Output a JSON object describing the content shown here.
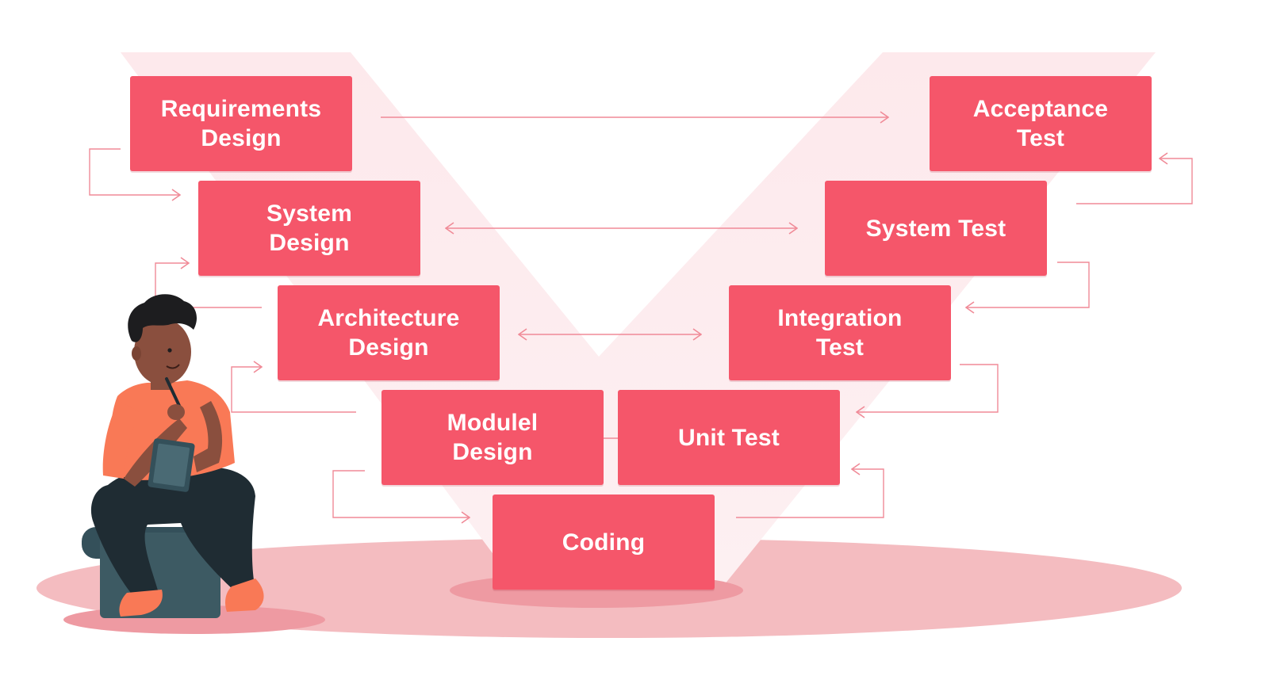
{
  "diagram": {
    "left_branch": [
      {
        "id": "requirements",
        "label": "Requirements Design",
        "lines": [
          "Requirements",
          "Design"
        ]
      },
      {
        "id": "system-design",
        "label": "System Design",
        "lines": [
          "System",
          "Design"
        ]
      },
      {
        "id": "architecture",
        "label": "Architecture Design",
        "lines": [
          "Architecture",
          "Design"
        ]
      },
      {
        "id": "module",
        "label": "Modulel Design",
        "lines": [
          "Modulel",
          "Design"
        ]
      }
    ],
    "bottom": {
      "id": "coding",
      "label": "Coding",
      "lines": [
        "Coding"
      ]
    },
    "right_branch": [
      {
        "id": "unit-test",
        "label": "Unit Test",
        "lines": [
          "Unit Test"
        ]
      },
      {
        "id": "integration-test",
        "label": "Integration Test",
        "lines": [
          "Integration",
          "Test"
        ]
      },
      {
        "id": "system-test",
        "label": "System Test",
        "lines": [
          "System Test"
        ]
      },
      {
        "id": "acceptance-test",
        "label": "Acceptance Test",
        "lines": [
          "Acceptance",
          "Test"
        ]
      }
    ],
    "verification_links": [
      {
        "from": "requirements",
        "to": "acceptance-test",
        "style": "one-way"
      },
      {
        "from": "system-design",
        "to": "system-test",
        "style": "two-way"
      },
      {
        "from": "architecture",
        "to": "integration-test",
        "style": "two-way"
      },
      {
        "from": "module",
        "to": "unit-test",
        "style": "two-way"
      }
    ],
    "illustration": "person-sitting-with-notepad"
  },
  "colors": {
    "box": "#f5566a",
    "box_text": "#ffffff",
    "connector": "#f08a97",
    "v_shape": "#fdecee",
    "floor": "#f2b3b8",
    "skin": "#8a4f3e",
    "shirt": "#f97956",
    "pants": "#1f2c33",
    "seat": "#3d5a63",
    "hair": "#1d1d1f"
  }
}
